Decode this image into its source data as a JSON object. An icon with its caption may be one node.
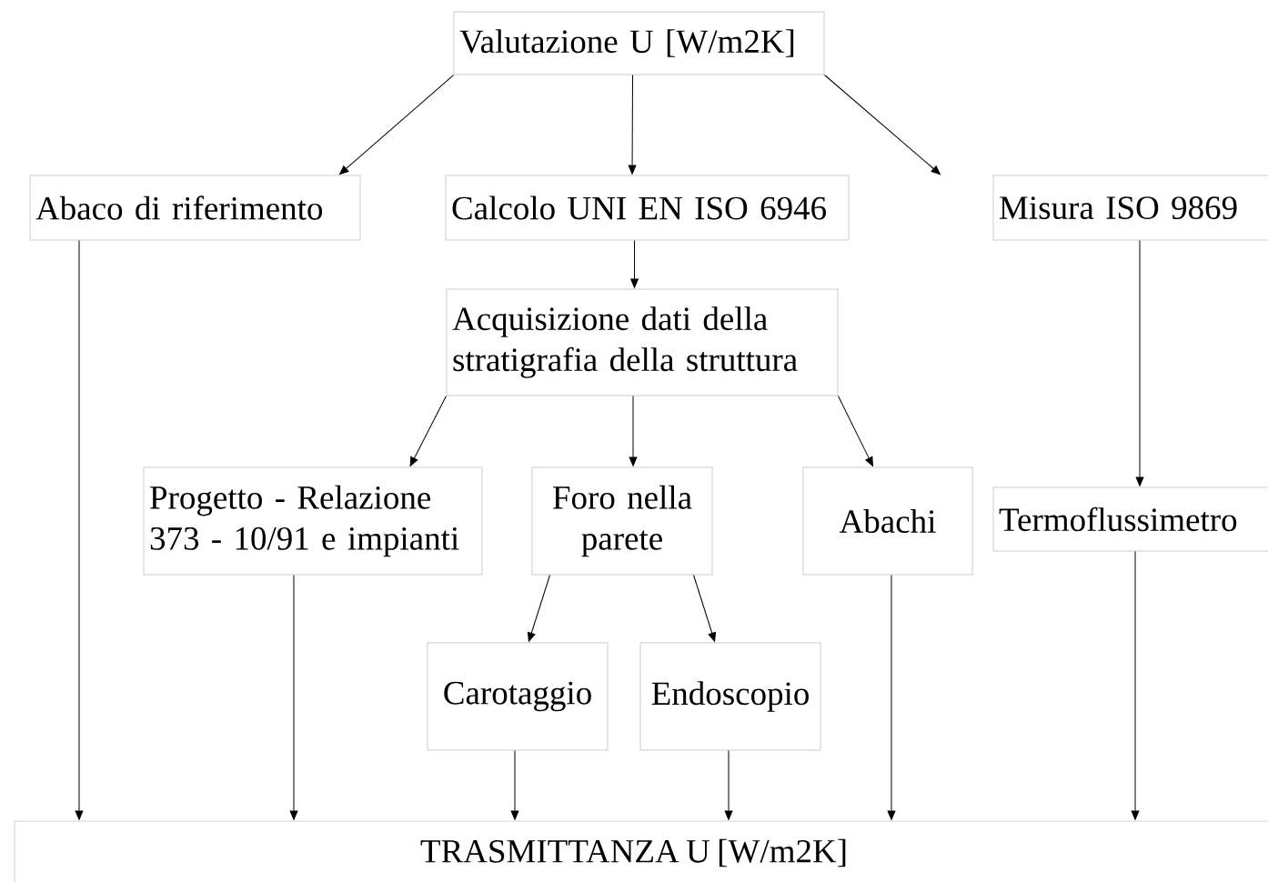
{
  "diagram": {
    "nodes": [
      {
        "text": [
          "Valutazione U [W/m2K]"
        ]
      },
      {
        "text": [
          "Abaco di riferimento"
        ]
      },
      {
        "text": [
          "Calcolo UNI EN ISO 6946"
        ]
      },
      {
        "text": [
          "Misura ISO 9869"
        ]
      },
      {
        "text": [
          "Acquisizione dati della stratigrafia della struttura"
        ]
      },
      {
        "text": [
          "Progetto - Relazione 373 - 10/91 e impianti"
        ]
      },
      {
        "text": [
          "Foro nella parete"
        ]
      },
      {
        "text": [
          "Abachi"
        ]
      },
      {
        "text": [
          "Termoflussimetro"
        ]
      },
      {
        "text": [
          "Carotaggio"
        ]
      },
      {
        "text": [
          "Endoscopio"
        ]
      },
      {
        "text": [
          "TRASMITTANZA U [W/m2K]"
        ]
      }
    ],
    "edges": [
      {
        "from": 0,
        "to": 1,
        "arrow": "to"
      },
      {
        "from": 0,
        "to": 2,
        "arrow": "to"
      },
      {
        "from": 0,
        "to": 3,
        "arrow": "to"
      },
      {
        "from": 2,
        "to": 4,
        "arrow": "to"
      },
      {
        "from": 4,
        "to": 5,
        "arrow": "to"
      },
      {
        "from": 4,
        "to": 6,
        "arrow": "to"
      },
      {
        "from": 4,
        "to": 7,
        "arrow": "to"
      },
      {
        "from": 3,
        "to": 8,
        "arrow": "to"
      },
      {
        "from": 6,
        "to": 9,
        "arrow": "to"
      },
      {
        "from": 6,
        "to": 10,
        "arrow": "to"
      },
      {
        "from": 1,
        "to": 11,
        "arrow": "to"
      },
      {
        "from": 5,
        "to": 11,
        "arrow": "to"
      },
      {
        "from": 9,
        "to": 11,
        "arrow": "to"
      },
      {
        "from": 10,
        "to": 11,
        "arrow": "to"
      },
      {
        "from": 7,
        "to": 11,
        "arrow": "to"
      },
      {
        "from": 8,
        "to": 11,
        "arrow": "to"
      }
    ]
  }
}
